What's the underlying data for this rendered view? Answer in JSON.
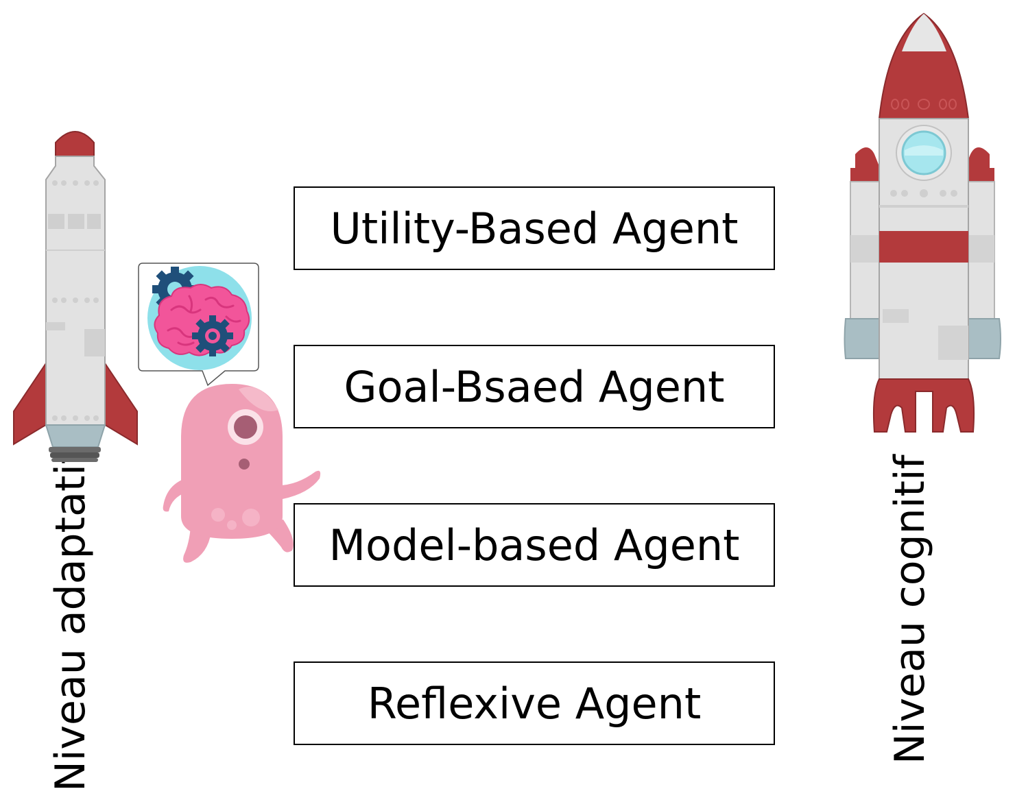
{
  "agents": [
    {
      "label": "Utility-Based Agent"
    },
    {
      "label": "Goal-Bsaed Agent"
    },
    {
      "label": "Model-based Agent"
    },
    {
      "label": "Reflexive Agent"
    }
  ],
  "left_axis_label": "Niveau adaptatif",
  "right_axis_label": "Niveau cognitif",
  "icons": [
    "small-rocket-icon",
    "big-rocket-icon",
    "pink-monster-icon",
    "brain-gears-icon"
  ],
  "colors": {
    "rocket_red": "#b33a3c",
    "rocket_body": "#e2e2e2",
    "monster_pink": "#f09fb6",
    "brain_pink": "#f2559a",
    "bubble_teal": "#8ee0ea",
    "gear_blue": "#1f4f7a"
  }
}
